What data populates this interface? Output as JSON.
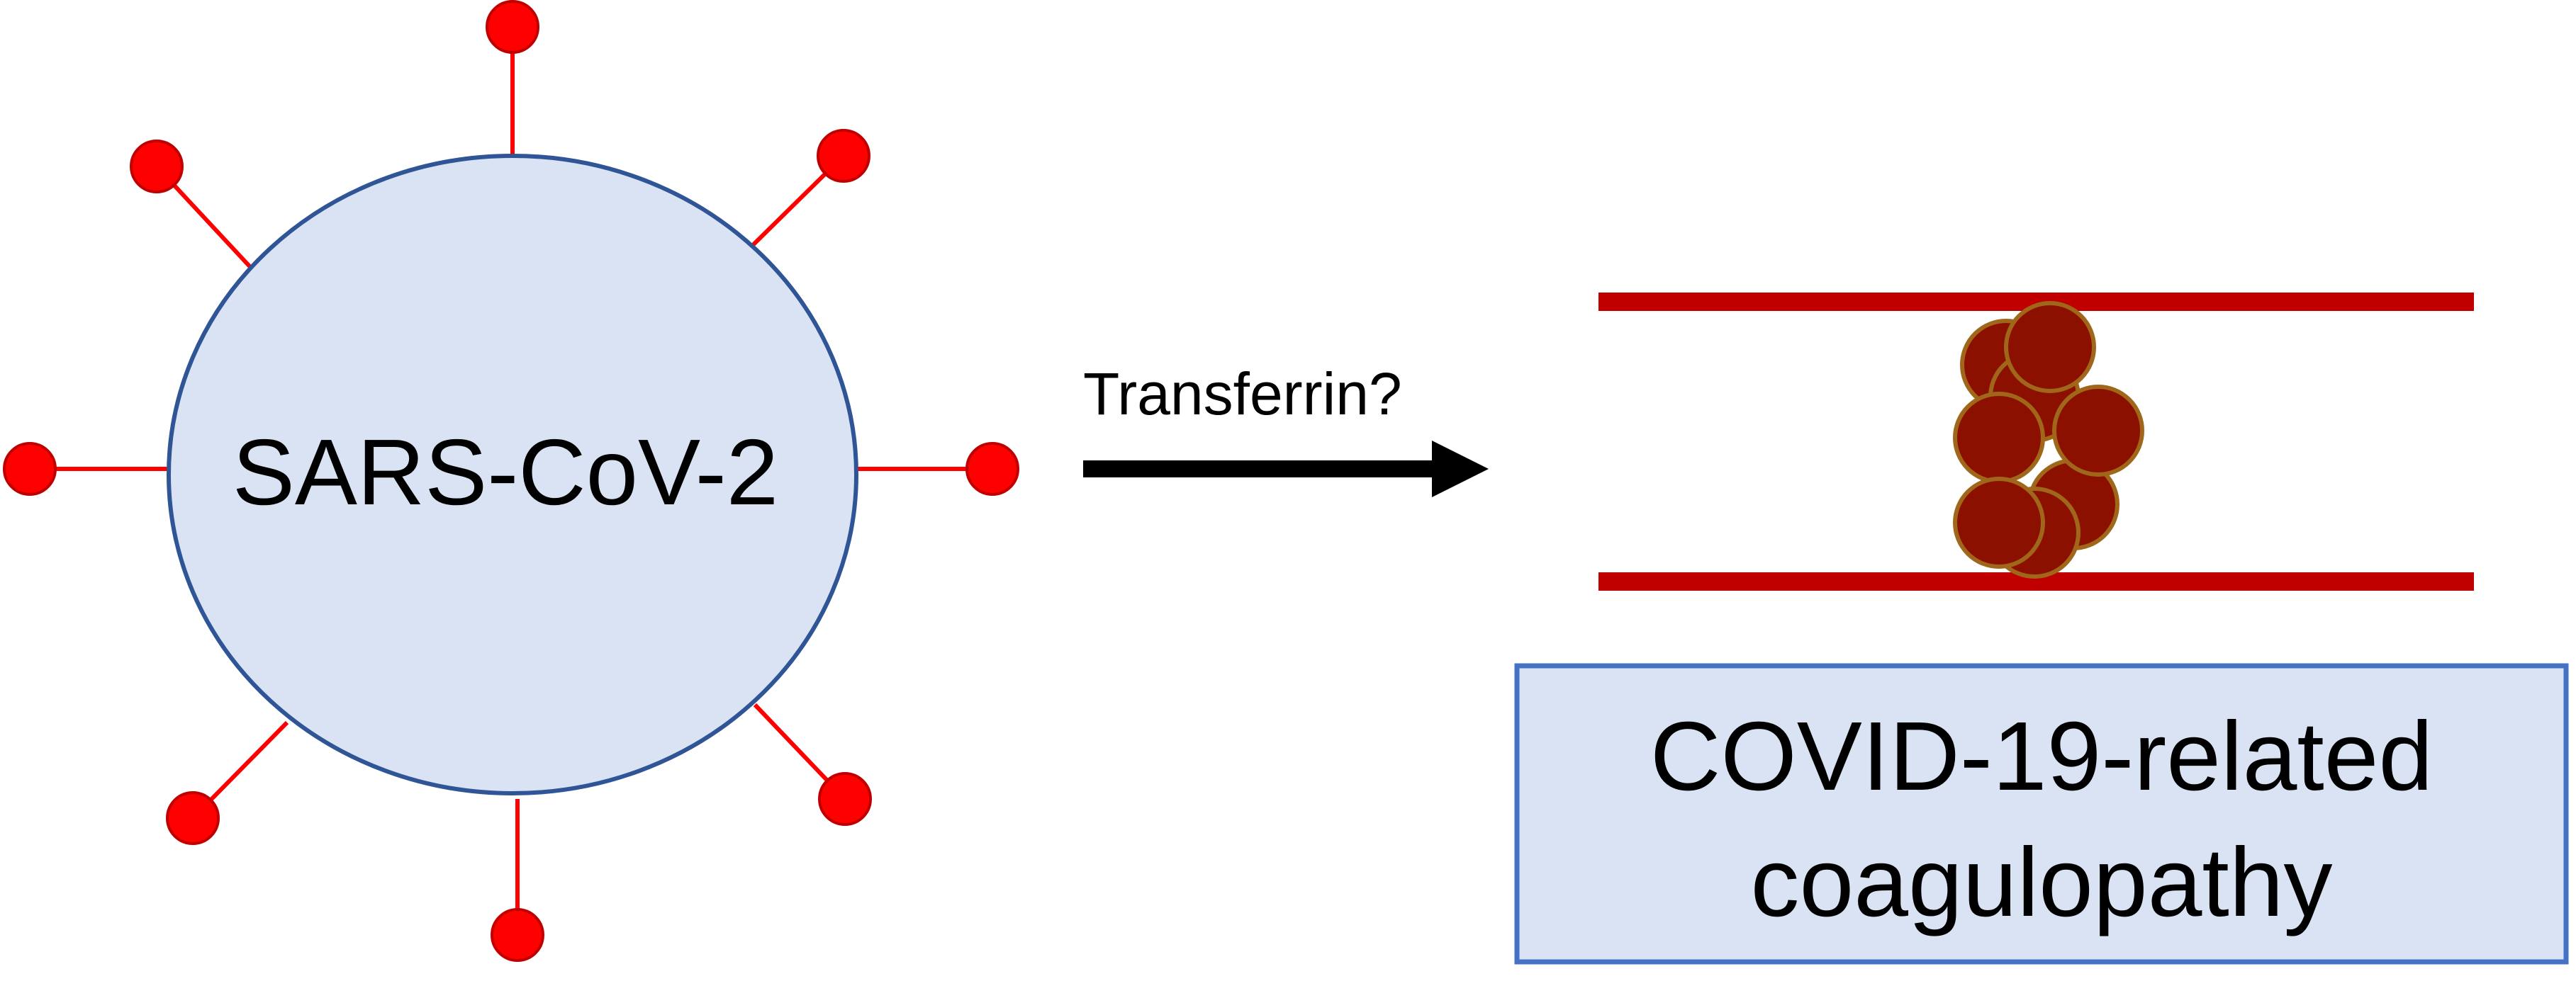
{
  "virus": {
    "label": "SARS-CoV-2",
    "body_fill": "#DAE3F3",
    "body_stroke": "#2F5597",
    "spike_color": "#FF0000",
    "spike_stroke": "#C00000"
  },
  "arrow": {
    "label": "Transferrin?",
    "color": "#000000"
  },
  "vessel": {
    "wall_color": "#C00000",
    "clot_fill": "#8B1000",
    "clot_stroke": "#A0661A"
  },
  "outcome": {
    "line1": "COVID-19-related",
    "line2": "coagulopathy",
    "box_fill": "#DAE3F3",
    "box_stroke": "#4472C4"
  }
}
